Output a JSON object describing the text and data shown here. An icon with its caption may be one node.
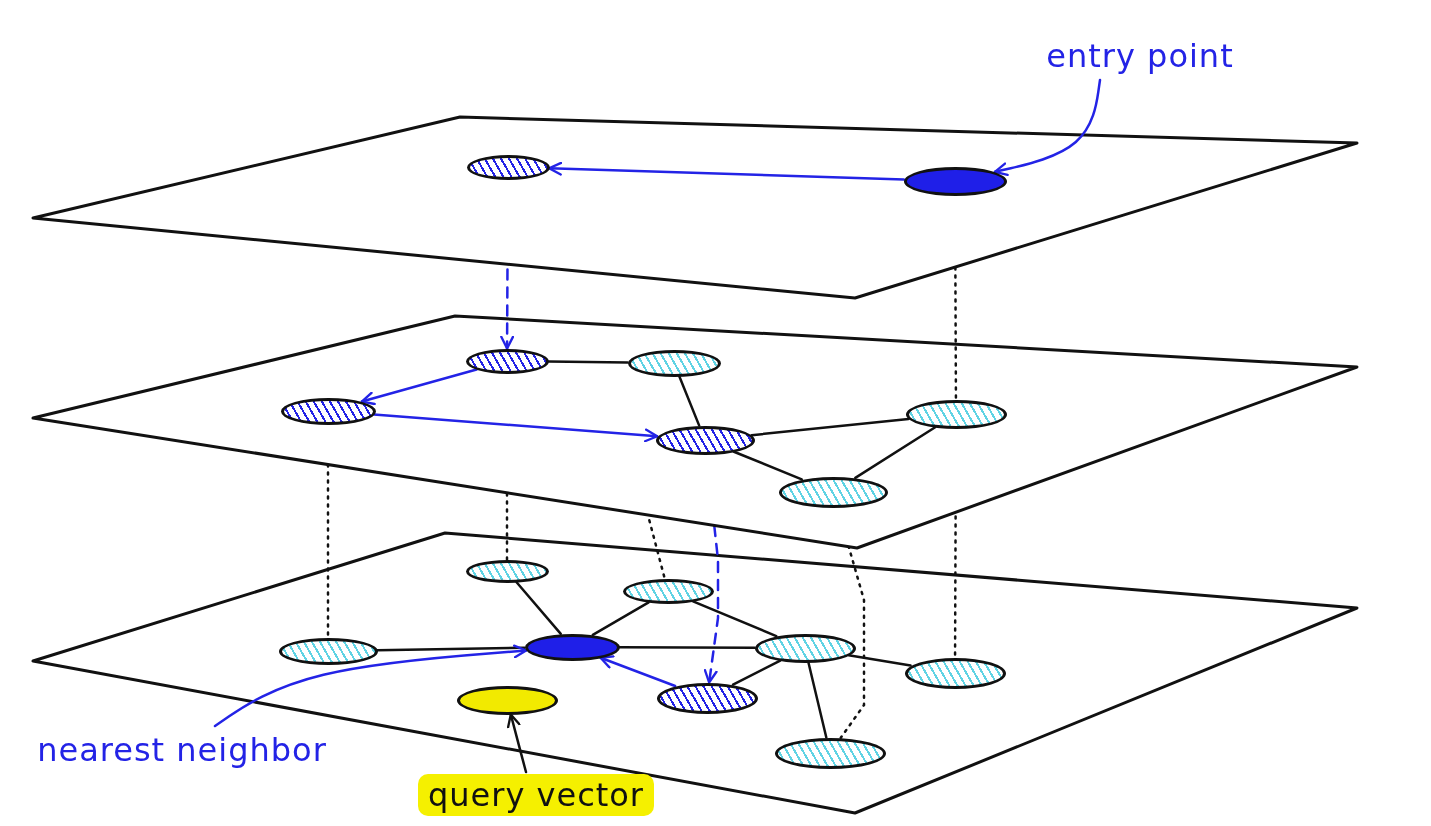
{
  "diagram": {
    "nodes": [
      {
        "text": [
          "entry point"
        ]
      },
      {
        "text": [],
        "shape": "ellipse"
      },
      {
        "text": [],
        "shape": "ellipse"
      },
      {
        "text": [],
        "shape": "ellipse"
      },
      {
        "text": [],
        "shape": "ellipse"
      },
      {
        "text": [],
        "shape": "ellipse"
      },
      {
        "text": [],
        "shape": "ellipse"
      },
      {
        "text": [],
        "shape": "ellipse"
      },
      {
        "text": [],
        "shape": "ellipse"
      },
      {
        "text": [],
        "shape": "ellipse"
      },
      {
        "text": [],
        "shape": "ellipse"
      },
      {
        "text": [],
        "shape": "ellipse"
      },
      {
        "text": [],
        "shape": "ellipse"
      },
      {
        "text": [],
        "shape": "ellipse"
      },
      {
        "text": [],
        "shape": "ellipse"
      },
      {
        "text": [],
        "shape": "ellipse"
      },
      {
        "text": [],
        "shape": "ellipse"
      },
      {
        "text": [],
        "shape": "ellipse"
      },
      {
        "text": [
          "nearest neighbor"
        ]
      },
      {
        "text": [
          "query vector"
        ]
      }
    ],
    "edges": [
      {
        "from": 0,
        "to": 2,
        "arrow": "to",
        "color": "#2323e6"
      },
      {
        "from": 2,
        "to": 1,
        "arrow": "to",
        "color": "#2323e6"
      },
      {
        "from": 1,
        "to": 3,
        "arrow": "to",
        "style": "dashed",
        "color": "#2323e6"
      },
      {
        "from": 2,
        "to": 7,
        "arrow": "none",
        "style": "dashed"
      },
      {
        "from": 3,
        "to": 4,
        "arrow": "none"
      },
      {
        "from": 4,
        "to": 6,
        "arrow": "none"
      },
      {
        "from": 6,
        "to": 7,
        "arrow": "none"
      },
      {
        "from": 6,
        "to": 8,
        "arrow": "none"
      },
      {
        "from": 8,
        "to": 7,
        "arrow": "none"
      },
      {
        "from": 3,
        "to": 5,
        "arrow": "to",
        "color": "#2323e6"
      },
      {
        "from": 5,
        "to": 6,
        "arrow": "to",
        "color": "#2323e6"
      },
      {
        "from": 6,
        "to": 15,
        "arrow": "to",
        "style": "dashed",
        "color": "#2323e6"
      },
      {
        "from": 5,
        "to": 11,
        "arrow": "none",
        "style": "dashed"
      },
      {
        "from": 3,
        "to": 9,
        "arrow": "none",
        "style": "dashed"
      },
      {
        "from": 4,
        "to": 10,
        "arrow": "none",
        "style": "dashed"
      },
      {
        "from": 8,
        "to": 17,
        "arrow": "none",
        "style": "dashed"
      },
      {
        "from": 7,
        "to": 14,
        "arrow": "none",
        "style": "dashed"
      },
      {
        "from": 9,
        "to": 12,
        "arrow": "none"
      },
      {
        "from": 11,
        "to": 12,
        "arrow": "none"
      },
      {
        "from": 12,
        "to": 10,
        "arrow": "none"
      },
      {
        "from": 12,
        "to": 13,
        "arrow": "none"
      },
      {
        "from": 10,
        "to": 13,
        "arrow": "none"
      },
      {
        "from": 13,
        "to": 14,
        "arrow": "none"
      },
      {
        "from": 13,
        "to": 17,
        "arrow": "none"
      },
      {
        "from": 15,
        "to": 13,
        "arrow": "none"
      },
      {
        "from": 15,
        "to": 12,
        "arrow": "to",
        "color": "#2323e6"
      },
      {
        "from": 18,
        "to": 12,
        "arrow": "to",
        "color": "#2323e6"
      },
      {
        "from": 19,
        "to": 16,
        "arrow": "to"
      }
    ]
  }
}
